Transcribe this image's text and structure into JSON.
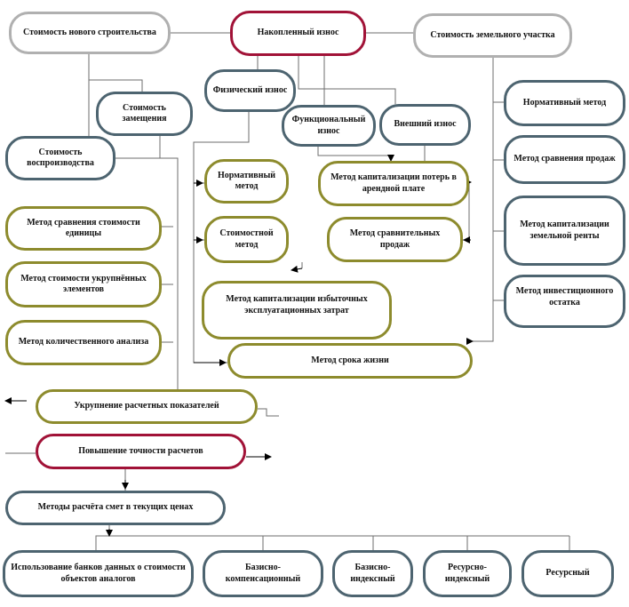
{
  "colors": {
    "gray": "#b0b0b0",
    "red": "#a11237",
    "slate": "#4d6470",
    "olive": "#8d8b2d",
    "line": "#6d6d6d",
    "arrow": "#000000"
  },
  "nodes": {
    "new_construction_cost": "Стоимость нового строительства",
    "accumulated_wear": "Накопленный износ",
    "land_cost": "Стоимость земельного участка",
    "physical_wear": "Физический износ",
    "replacement_cost": "Стоимость замещения",
    "functional_wear": "Функциональный износ",
    "external_wear": "Внешний износ",
    "normative_method_land": "Нормативный метод",
    "reproduction_cost": "Стоимость воспроизводства",
    "normative_method_phys": "Нормативный метод",
    "rent_loss_capitalization": "Метод капитализации потерь в арендной плате",
    "sales_comparison_land": "Метод сравнения продаж",
    "unit_cost_comparison": "Метод сравнения стоимости единицы",
    "cost_method": "Стоимостной метод",
    "comparative_sales": "Метод сравнительных продаж",
    "land_rent_capitalization": "Метод капитализации земельной ренты",
    "enlarged_elements": "Метод стоимости укрупнённых элементов",
    "excess_cost_capitalization": "Метод капитализации избыточных эксплуатационных затрат",
    "investment_residual": "Метод инвестиционного остатка",
    "quantity_survey": "Метод количественного анализа",
    "service_life": "Метод срока жизни",
    "indicator_enlargement": "Укрупнение расчетных показателей",
    "accuracy_increase": "Повышение точности расчетов",
    "estimate_methods": "Методы расчёта смет в текущих ценах",
    "analog_databanks": "Использование банков данных о стоимости объектов аналогов",
    "base_compensation": "Базисно-компенсационный",
    "base_index": "Базисно-индексный",
    "resource_index": "Ресурсно-индексный",
    "resource": "Ресурсный"
  }
}
